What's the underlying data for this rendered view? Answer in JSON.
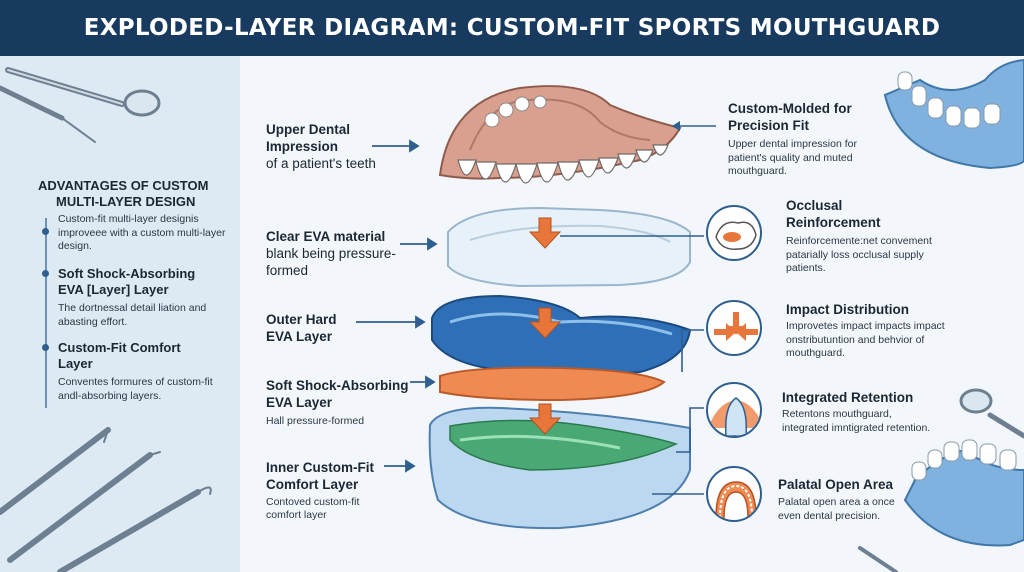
{
  "title": "EXPLODED-LAYER DIAGRAM: CUSTOM-FIT SPORTS MOUTHGUARD",
  "colors": {
    "title_bg": "#173a5e",
    "accent_orange": "#e8763a",
    "dark_blue": "#2f5f8f",
    "outer_layer": "#2f6fb8",
    "shock_layer": "#ee8a52",
    "inner_green": "#4aa874",
    "clear_eva": "#e6f1fa"
  },
  "advantages": {
    "heading_line1": "ADVANTAGES OF CUSTOM",
    "heading_line2": "MULTI-LAYER DESIGN",
    "items": [
      {
        "title": "",
        "desc": "Custom-fit multi-layer designis improveee with a custom multi-layer design."
      },
      {
        "title": "Soft Shock-Absorbing EVA [Layer] Layer",
        "desc": "The dortnessal detail liation and abasting effort."
      },
      {
        "title": "Custom-Fit Comfort Layer",
        "desc": "Conventes formures of custom-fit andl-absorbing layers."
      }
    ]
  },
  "left_labels": [
    {
      "bold": "Upper Dental Impression",
      "rest": "of a patient's teeth"
    },
    {
      "bold": "Clear EVA material",
      "rest": "blank being pressure-formed"
    },
    {
      "bold": "Outer Hard EVA Layer",
      "rest": ""
    },
    {
      "bold": "Soft Shock-Absorbing EVA Layer",
      "rest": "Hall pressure-formed"
    },
    {
      "bold": "Inner Custom-Fit Comfort Layer",
      "rest": "Contoved custom-fit comfort layer"
    }
  ],
  "right_callouts": [
    {
      "title": "Custom-Molded for Precision Fit",
      "desc": "Upper dental impression for patient's quality and muted mouthguard.",
      "icon": "arrow-left-icon"
    },
    {
      "title": "Occlusal Reinforcement",
      "desc": "Reinforcemente:net convement patarially loss occlusal supply patients.",
      "icon": "occlusal-tooth-icon"
    },
    {
      "title": "Impact Distribution",
      "desc": "Improvetes impact impacts impact onstributuntion and behvior of mouthguard.",
      "icon": "impact-arrows-icon"
    },
    {
      "title": "Integrated Retention",
      "desc": "Retentons mouthguard, integrated imntigrated retention.",
      "icon": "retention-tooth-icon"
    },
    {
      "title": "Palatal Open Area",
      "desc": "Palatal open area a once even dental precision.",
      "icon": "palatal-arch-icon"
    }
  ]
}
